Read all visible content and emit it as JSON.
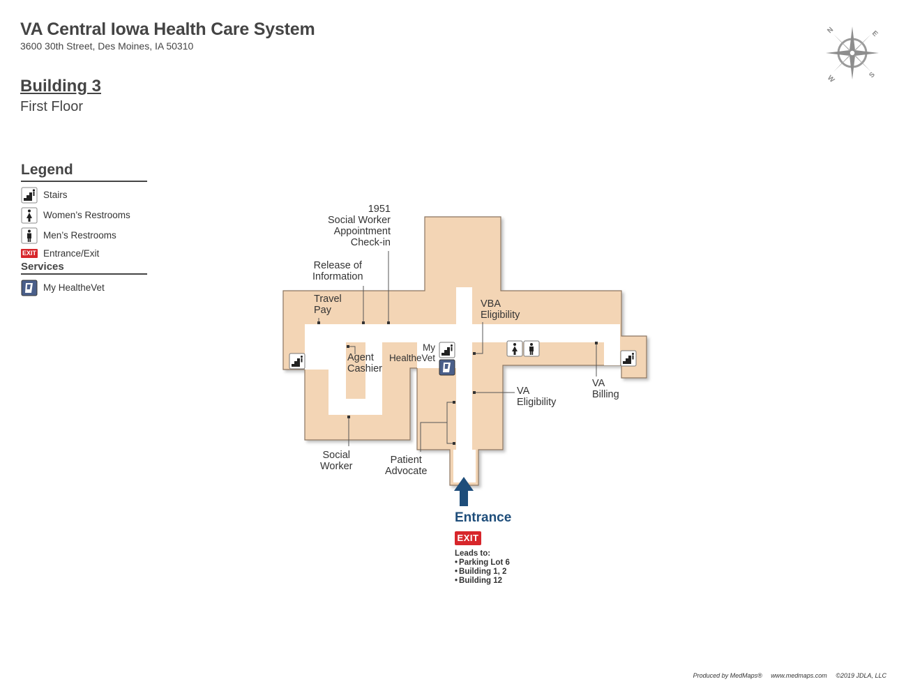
{
  "header": {
    "title": "VA Central Iowa Health Care System",
    "address": "3600 30th Street, Des Moines, IA 50310",
    "building": "Building 3",
    "floor": "First Floor"
  },
  "compass": {
    "n": "N",
    "e": "E",
    "s": "S",
    "w": "W"
  },
  "legend": {
    "title": "Legend",
    "items": [
      {
        "label": "Stairs",
        "icon": "stairs-icon"
      },
      {
        "label": "Women’s Restrooms",
        "icon": "womens-restroom-icon"
      },
      {
        "label": "Men’s Restrooms",
        "icon": "mens-restroom-icon"
      },
      {
        "label": "Entrance/Exit",
        "icon": "exit-icon"
      }
    ],
    "services_title": "Services",
    "services": [
      {
        "label": "My HealtheVet",
        "icon": "my-healthevet-icon"
      }
    ],
    "exit_badge": "EXIT"
  },
  "map_labels": {
    "social_worker_appt_1": "1951",
    "social_worker_appt_2": "Social Worker",
    "social_worker_appt_3": "Appointment",
    "social_worker_appt_4": "Check-in",
    "release_1": "Release of",
    "release_2": "Information",
    "travel_1": "Travel",
    "travel_2": "Pay",
    "vba_1": "VBA",
    "vba_2": "Eligibility",
    "agent_1": "Agent",
    "agent_2": "Cashier",
    "myhv_1": "My",
    "myhv_2": "HealtheVet",
    "va_elig_1": "VA",
    "va_elig_2": "Eligibility",
    "va_billing_1": "VA",
    "va_billing_2": "Billing",
    "social_1": "Social",
    "social_2": "Worker",
    "patient_1": "Patient",
    "patient_2": "Advocate"
  },
  "entrance": {
    "label": "Entrance",
    "exit_badge": "EXIT",
    "leads_title": "Leads to:",
    "leads": [
      "Parking Lot 6",
      "Building 1, 2",
      "Building 12"
    ]
  },
  "footer": {
    "produced": "Produced by MedMaps®",
    "site": "www.medmaps.com",
    "copyright": "©2019 JDLA, LLC"
  },
  "colors": {
    "floor": "#f3d5b5",
    "outline": "#8a7560",
    "corridor": "#ffffff",
    "exit_red": "#d7262b",
    "entrance_blue": "#1e4d7a"
  }
}
